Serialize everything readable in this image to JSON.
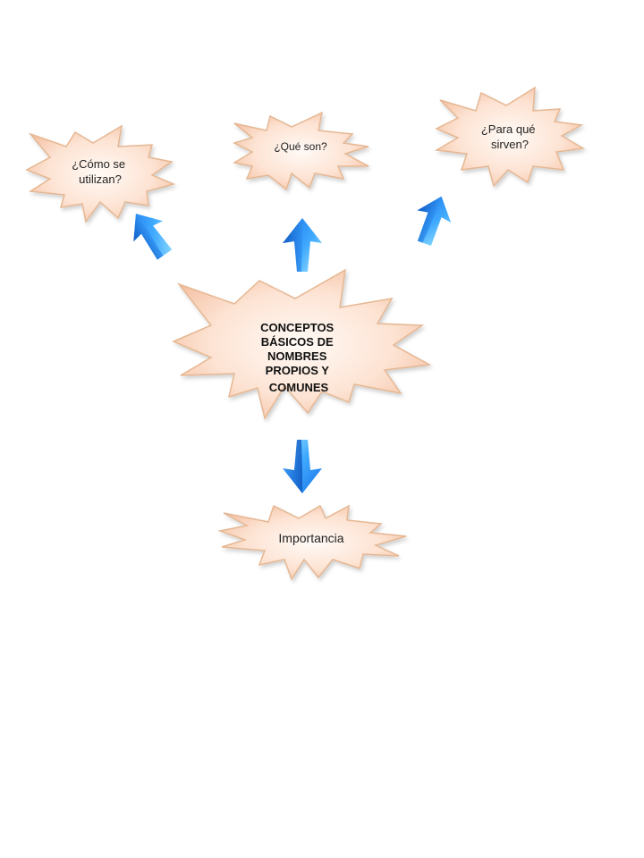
{
  "diagram": {
    "center": {
      "lines": [
        "CONCEPTOS",
        "BÁSICOS DE",
        "NOMBRES",
        "PROPIOS Y",
        "COMUNES"
      ]
    },
    "top_left": {
      "lines": [
        "¿Cómo se",
        "utilizan?"
      ]
    },
    "top_middle": {
      "lines": [
        "¿Qué son?"
      ]
    },
    "top_right": {
      "lines": [
        "¿Para qué",
        "sirven?"
      ]
    },
    "bottom": {
      "lines": [
        "Importancia"
      ]
    }
  },
  "colors": {
    "burst_fill_light": "#fef1e8",
    "burst_fill_dark": "#f6c6aa",
    "burst_stroke": "#e8b894",
    "arrow_light": "#7fd8ff",
    "arrow_dark": "#0a5fd6"
  },
  "icons": [
    "explosion-burst",
    "arrow-up",
    "arrow-down"
  ]
}
